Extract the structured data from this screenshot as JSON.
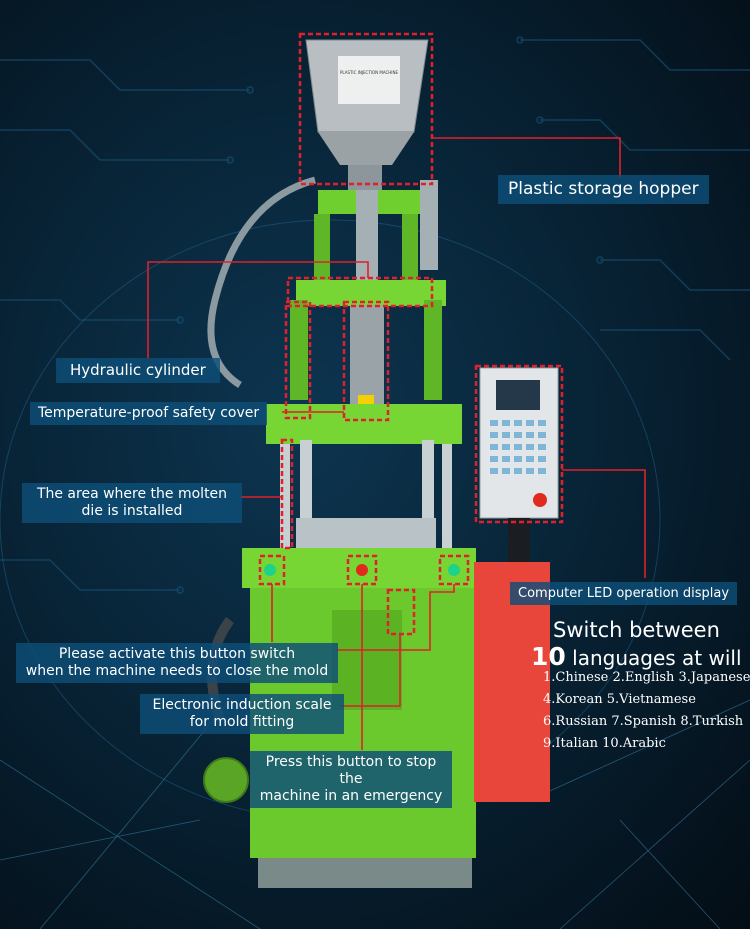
{
  "labels": {
    "hopper": "Plastic storage hopper",
    "cylinder": "Hydraulic cylinder",
    "safety_cover": "Temperature-proof safety cover",
    "die_area_1": "The area where the molten",
    "die_area_2": "die is installed",
    "display": "Computer LED operation display",
    "close_mold_1": "Please activate this button switch",
    "close_mold_2": "when the machine needs to close the mold",
    "scale_1": "Electronic induction scale",
    "scale_2": "for mold fitting",
    "emergency_1": "Press this button to stop the",
    "emergency_2": "machine in an emergency"
  },
  "languages": {
    "headline_1": "Switch between",
    "headline_num": "10",
    "headline_2": " languages at will",
    "lines": [
      "1.Chinese 2.English 3.Japanese",
      "4.Korean 5.Vietnamese",
      "6.Russian 7.Spanish 8.Turkish",
      "9.Italian 10.Arabic"
    ]
  },
  "hopper_plate": "PLASTIC INJECTION MACHINE",
  "colors": {
    "machine_green": "#6fcf2e",
    "callout_red": "#e0202a",
    "label_bg": "#0e4e78",
    "panel_red": "#e8463a"
  }
}
